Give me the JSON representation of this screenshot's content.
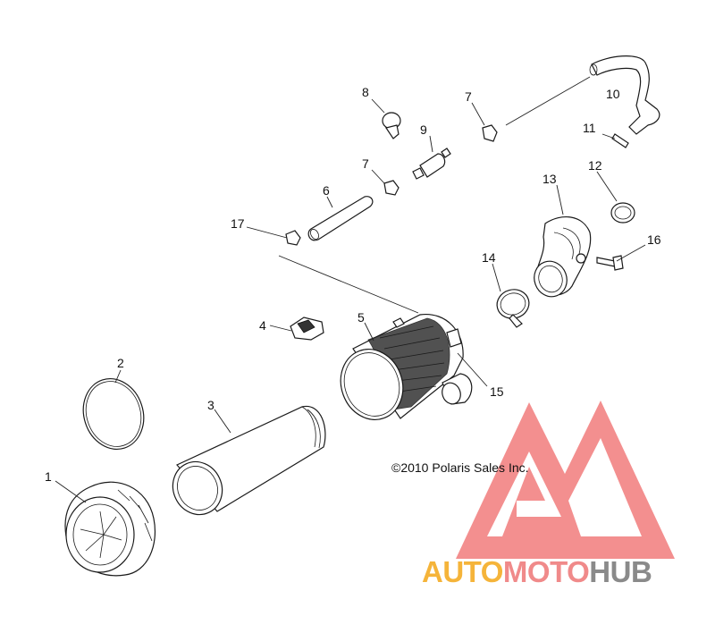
{
  "callouts": {
    "c1": "1",
    "c2": "2",
    "c3": "3",
    "c4": "4",
    "c5": "5",
    "c6": "6",
    "c7a": "7",
    "c7b": "7",
    "c8": "8",
    "c9": "9",
    "c10": "10",
    "c11": "11",
    "c12": "12",
    "c13": "13",
    "c14": "14",
    "c15": "15",
    "c16": "16",
    "c17": "17"
  },
  "copyright": "©2010 Polaris Sales Inc.",
  "watermark": {
    "part1": "AUTO",
    "part2": "MOTO",
    "part3": "HUB",
    "colors": {
      "auto": "#f5b43a",
      "moto": "#f08a8a",
      "hub": "#8a8a8a",
      "logo": "#f06a6a"
    }
  }
}
